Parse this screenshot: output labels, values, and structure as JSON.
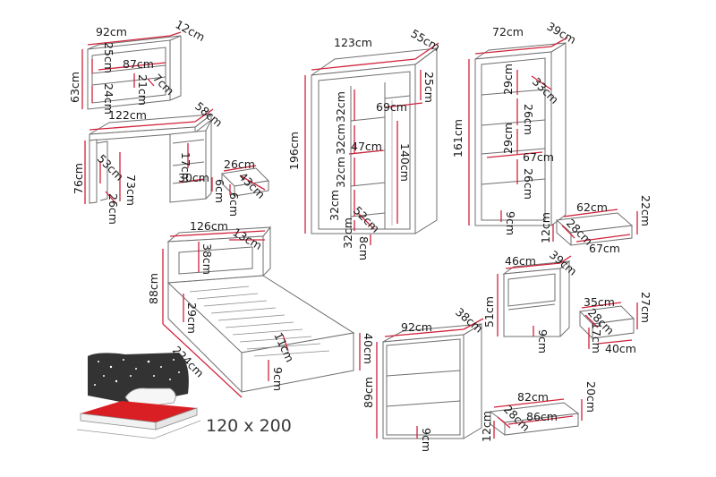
{
  "shelf": {
    "width": "92cm",
    "depth": "12cm",
    "height": "63cm",
    "inner_width": "87cm",
    "top_gap": "25cm",
    "bottom_gap": "24cm",
    "inner_height": "21cm",
    "inner_depth": "7cm"
  },
  "desk": {
    "width": "122cm",
    "depth": "58cm",
    "height": "76cm",
    "leg_height": "73cm",
    "side_depth": "53cm",
    "leg_gap": "26cm",
    "drawer_height": "17cm",
    "drawer_clear": "30cm",
    "drawer_front": "6cm"
  },
  "desk_drawer": {
    "width": "26cm",
    "depth": "43cm",
    "height": "6cm"
  },
  "wardrobe": {
    "width": "123cm",
    "depth": "55cm",
    "height": "196cm",
    "top_depth": "25cm",
    "rail_width": "69cm",
    "shelf_width": "47cm",
    "hanging_height": "140cm",
    "compartment_1": "32cm",
    "compartment_2": "32cm",
    "compartment_3": "32cm",
    "compartment_4": "32cm",
    "compartment_5": "32cm",
    "shelf_depth": "52cm",
    "base": "8cm"
  },
  "bookcase": {
    "width": "72cm",
    "depth": "39cm",
    "height": "161cm",
    "shelf_depth": "33cm",
    "shelf_1": "29cm",
    "shelf_2": "26cm",
    "shelf_3": "29cm",
    "shelf_4": "26cm",
    "inner_width": "67cm",
    "base": "9cm"
  },
  "bookcase_drawer": {
    "width": "62cm",
    "outer_width": "67cm",
    "depth": "28cm",
    "height": "22cm",
    "inner_height": "12cm"
  },
  "bed": {
    "width": "126cm",
    "headboard_depth": "13cm",
    "headboard_height": "38cm",
    "height": "88cm",
    "side_height": "29cm",
    "length": "224cm",
    "frame_height": "40cm",
    "mattress_depth": "11cm",
    "clearance": "9cm",
    "mattress_size": "120 x 200"
  },
  "nightstand": {
    "width": "46cm",
    "depth": "39cm",
    "height": "51cm",
    "base": "9cm"
  },
  "nightstand_drawer": {
    "width": "35cm",
    "outer_width": "40cm",
    "depth": "28cm",
    "height": "27cm",
    "inner_height": "17cm"
  },
  "dresser": {
    "width": "92cm",
    "depth": "38cm",
    "height": "89cm",
    "base": "9cm"
  },
  "dresser_drawer": {
    "width": "82cm",
    "inner_width": "86cm",
    "depth": "28cm",
    "height": "20cm",
    "inner_height": "12cm"
  }
}
